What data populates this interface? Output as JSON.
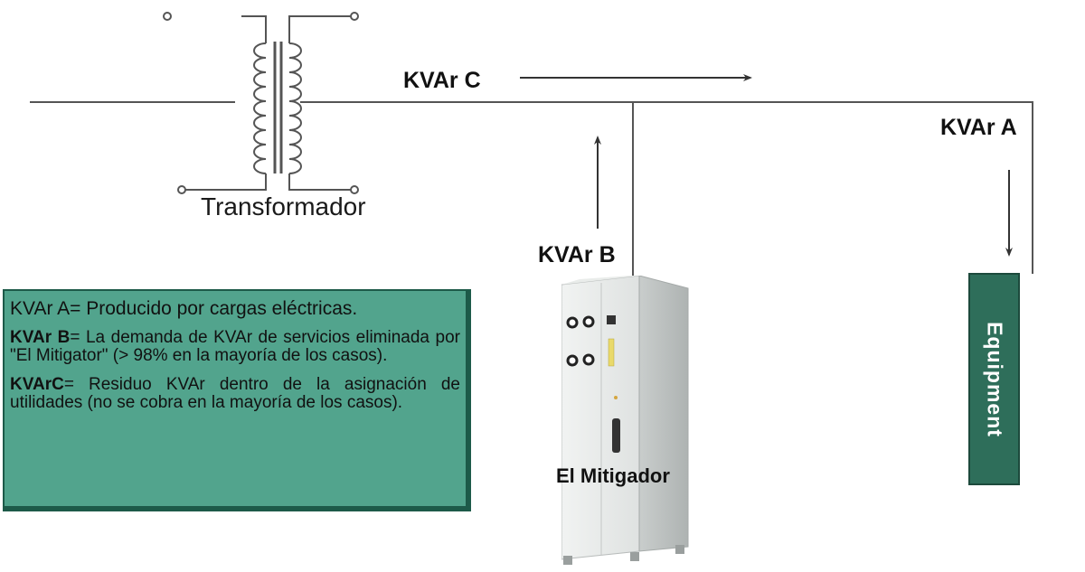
{
  "diagram": {
    "transformer_label": "Transformador",
    "kvar_c_label": "KVAr C",
    "kvar_a_label": "KVAr A",
    "kvar_b_label": "KVAr B",
    "mitigator_label": "El Mitigador",
    "equipment_label": "Equipment"
  },
  "legend": {
    "line_a": "KVAr A= Producido por cargas eléctricas.",
    "line_b_term": "KVAr B",
    "line_b_text": "= La demanda de KVAr de servicios eliminada por \"El Mitigator\" (> 98% en la mayoría de los casos).",
    "line_c_term": "KVArC",
    "line_c_text": "= Residuo KVAr dentro de la asignación de utilidades (no se cobra en la mayoría de los casos)."
  },
  "colors": {
    "legend_bg": "#52a48d",
    "equipment_bg": "#2e6e5a",
    "wire": "#555555"
  }
}
